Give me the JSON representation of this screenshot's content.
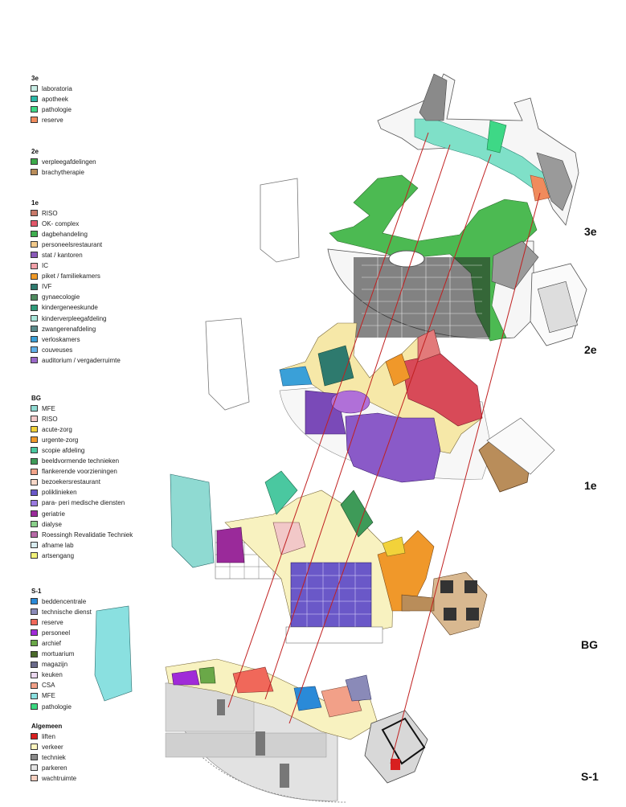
{
  "legend": {
    "groups": [
      {
        "title": "3e",
        "items": [
          {
            "label": "laboratoria",
            "color": "#c7ece4"
          },
          {
            "label": "apotheek",
            "color": "#2cb8a8"
          },
          {
            "label": "pathologie",
            "color": "#3ed886"
          },
          {
            "label": "reserve",
            "color": "#f08b5c"
          }
        ]
      },
      {
        "title": "2e",
        "items": [
          {
            "label": "verpleegafdelingen",
            "color": "#3caa4a"
          },
          {
            "label": "brachytherapie",
            "color": "#b98d5a"
          }
        ]
      },
      {
        "title": "1e",
        "items": [
          {
            "label": "RISO",
            "color": "#c97a6a"
          },
          {
            "label": "OK- complex",
            "color": "#e2576a"
          },
          {
            "label": "dagbehandeling",
            "color": "#3fae4f"
          },
          {
            "label": "personeelsrestaurant",
            "color": "#f2c98a"
          },
          {
            "label": "stat / kantoren",
            "color": "#8a5ab8"
          },
          {
            "label": "IC",
            "color": "#f2a0a8"
          },
          {
            "label": "piket / familiekamers",
            "color": "#f09a28"
          },
          {
            "label": "IVF",
            "color": "#2e7a6e"
          },
          {
            "label": "gynaecologie",
            "color": "#4e8a5e"
          },
          {
            "label": "kindergeneeskunde",
            "color": "#2f9a7a"
          },
          {
            "label": "kinderverpleegafdeling",
            "color": "#a9e6da"
          },
          {
            "label": "zwangerenafdeling",
            "color": "#5a8a8a"
          },
          {
            "label": "verloskamers",
            "color": "#3aa0d8"
          },
          {
            "label": "couveuses",
            "color": "#5fb0e8"
          },
          {
            "label": "auditorium / vergaderruimte",
            "color": "#9a68c8"
          }
        ]
      },
      {
        "title": "BG",
        "items": [
          {
            "label": "MFE",
            "color": "#8fdad2"
          },
          {
            "label": "RISO",
            "color": "#f2c8c8"
          },
          {
            "label": "acute-zorg",
            "color": "#f2d23a"
          },
          {
            "label": "urgente-zorg",
            "color": "#f0982a"
          },
          {
            "label": "scopie afdeling",
            "color": "#4ac8a0"
          },
          {
            "label": "beeldvormende technieken",
            "color": "#3e9a58"
          },
          {
            "label": "flankerende voorzieningen",
            "color": "#f2a48a"
          },
          {
            "label": "bezoekersrestaurant",
            "color": "#f8d8c8"
          },
          {
            "label": "poliklinieken",
            "color": "#6a58c8"
          },
          {
            "label": "para- peri medische diensten",
            "color": "#9a7ae0"
          },
          {
            "label": "geriatrie",
            "color": "#9a2a9a"
          },
          {
            "label": "dialyse",
            "color": "#8ad08a"
          },
          {
            "label": "Roessingh Revalidatie Techniek",
            "color": "#b86aa8"
          },
          {
            "label": "afname lab",
            "color": "#d8ecf0"
          },
          {
            "label": "artsengang",
            "color": "#f2f27a"
          }
        ]
      },
      {
        "title": "S-1",
        "items": [
          {
            "label": "beddencentrale",
            "color": "#2a8ad8"
          },
          {
            "label": "technische dienst",
            "color": "#8a8ab8"
          },
          {
            "label": "reserve",
            "color": "#f0685a"
          },
          {
            "label": "personeel",
            "color": "#a02ad8"
          },
          {
            "label": "archief",
            "color": "#6aa848"
          },
          {
            "label": "mortuarium",
            "color": "#4a6a2a"
          },
          {
            "label": "magazijn",
            "color": "#6a6a8a"
          },
          {
            "label": "keuken",
            "color": "#ecd8f0"
          },
          {
            "label": "CSA",
            "color": "#f2a088"
          },
          {
            "label": "MFE",
            "color": "#8ae0e0"
          },
          {
            "label": "pathologie",
            "color": "#3ad880"
          }
        ]
      },
      {
        "title": "Algemeen",
        "items": [
          {
            "label": "liften",
            "color": "#d82020"
          },
          {
            "label": "verkeer",
            "color": "#fff6c0"
          },
          {
            "label": "techniek",
            "color": "#8a8a8a"
          },
          {
            "label": "parkeren",
            "color": "#e4e4e4"
          },
          {
            "label": "wachtruimte",
            "color": "#f8d0c0"
          }
        ]
      }
    ]
  },
  "floors": [
    {
      "label": "3e"
    },
    {
      "label": "2e"
    },
    {
      "label": "1e"
    },
    {
      "label": "BG"
    },
    {
      "label": "S-1"
    }
  ]
}
